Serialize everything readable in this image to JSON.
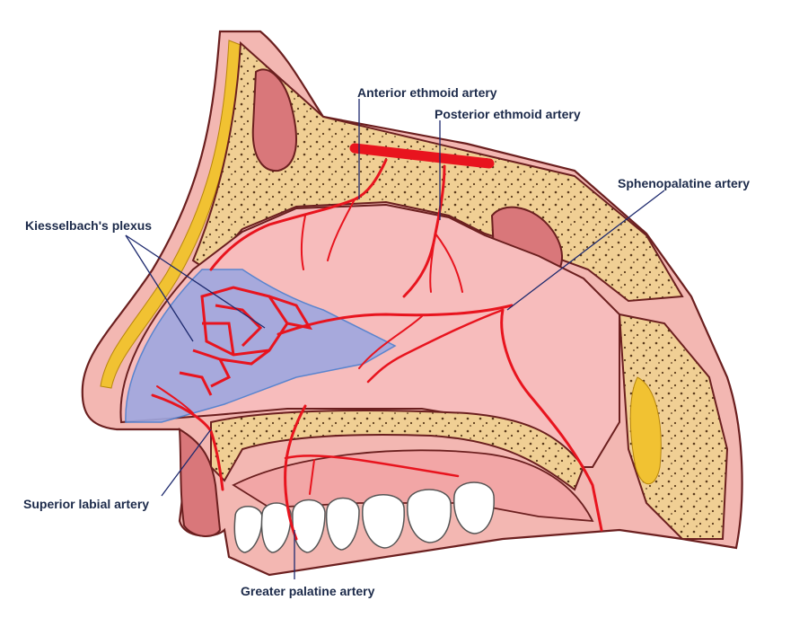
{
  "labels": {
    "anterior_ethmoid_artery": "Anterior ethmoid artery",
    "posterior_ethmoid_artery": "Posterior ethmoid artery",
    "sphenopalatine_artery": "Sphenopalatine artery",
    "kiesselbachs_plexus": "Kiesselbach's plexus",
    "superior_labial_artery": "Superior labial artery",
    "greater_palatine_artery": "Greater palatine artery"
  },
  "colors": {
    "label_text": "#1c2a4a",
    "leader_line": "#1e2a6e",
    "artery": "#e8141e",
    "bone": "#f0cf94",
    "bone_dots": "#5a3a1c",
    "mucosa": "#f2a6a6",
    "cavity": "#f7bcbc",
    "plexus_area": "#9fa8e0",
    "skin": "#f3b7b2",
    "fat": "#f1c232",
    "teeth": "#ffffff"
  }
}
